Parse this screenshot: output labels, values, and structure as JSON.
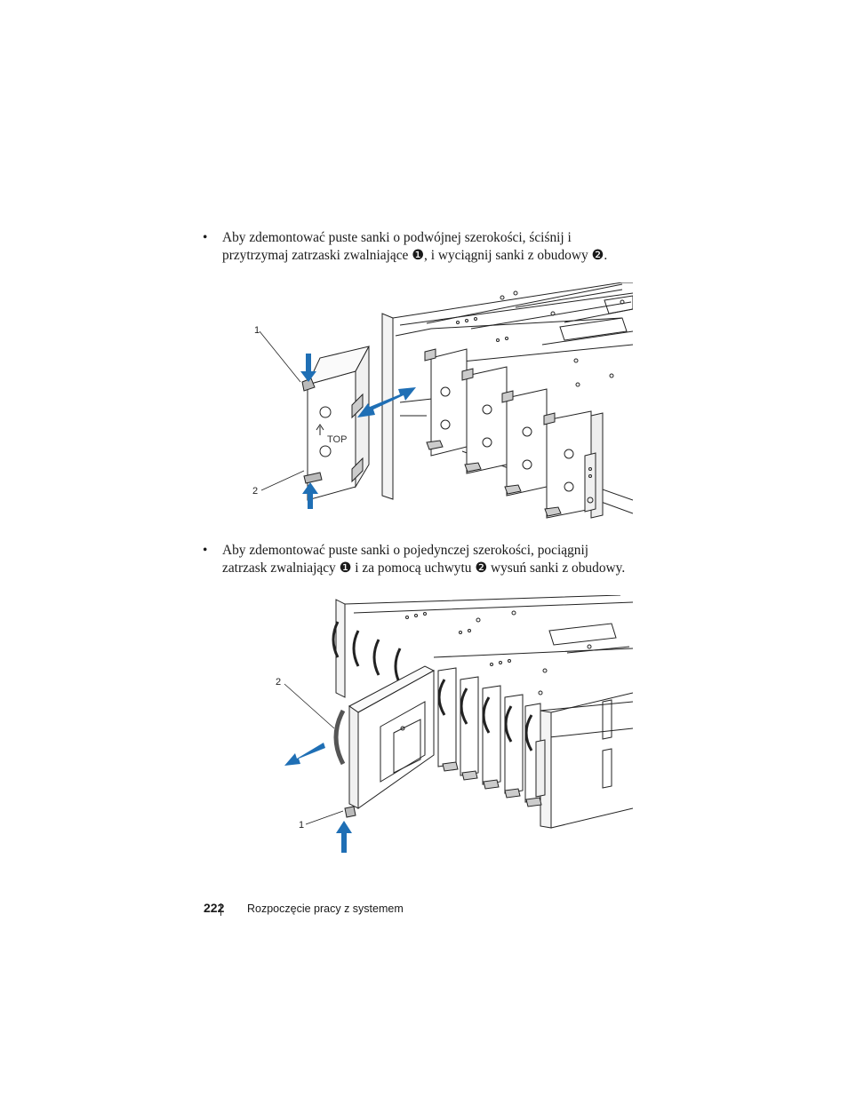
{
  "bullets": [
    {
      "symbol": "•",
      "parts": [
        "Aby zdemontować puste sanki o podwójnej szerokości, ściśnij i przytrzymaj zatrzaski zwalniające ",
        "❶",
        ", i wyciągnij sanki z obudowy ",
        "❷",
        "."
      ]
    },
    {
      "symbol": "•",
      "parts": [
        "Aby zdemontować puste sanki o pojedynczej szerokości, pociągnij zatrzask zwalniający ",
        "❶",
        " i za pomocą uchwytu ",
        "❷",
        " wysuń sanki z obudowy."
      ]
    }
  ],
  "figure1": {
    "callouts": [
      "1",
      "2"
    ],
    "blank_label": "TOP"
  },
  "figure2": {
    "callouts": [
      "2",
      "1"
    ]
  },
  "footer": {
    "page_number": "222",
    "chapter": "Rozpoczęcie pracy z systemem"
  },
  "colors": {
    "arrow": "#1f6fb5",
    "line": "#222222"
  }
}
